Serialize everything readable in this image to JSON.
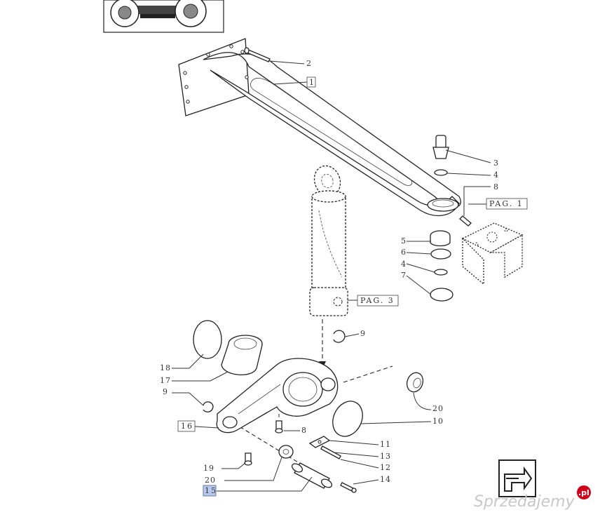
{
  "callouts": {
    "c2": "2",
    "c3": "3",
    "c4a": "4",
    "c8a": "8",
    "c5": "5",
    "c6": "6",
    "c4b": "4",
    "c7": "7",
    "c9a": "9",
    "c18": "18",
    "c17": "17",
    "c9b": "9",
    "c8b": "8",
    "c20a": "20",
    "c10": "10",
    "c11": "11",
    "c13": "13",
    "c12": "12",
    "c14": "14",
    "c19": "19",
    "c20b": "20"
  },
  "boxed_labels": {
    "b1": "1",
    "pag1": "PAG. 1",
    "pag3": "PAG. 3",
    "b16": "16",
    "b15": "15"
  },
  "watermark": {
    "text": "Sprzedajemy",
    "suffix": ".pl"
  },
  "colors": {
    "line": "#222222",
    "highlight_box": "#b9c9ee",
    "watermark": "#c8c8c8",
    "watermark_badge": "#d0021b"
  }
}
